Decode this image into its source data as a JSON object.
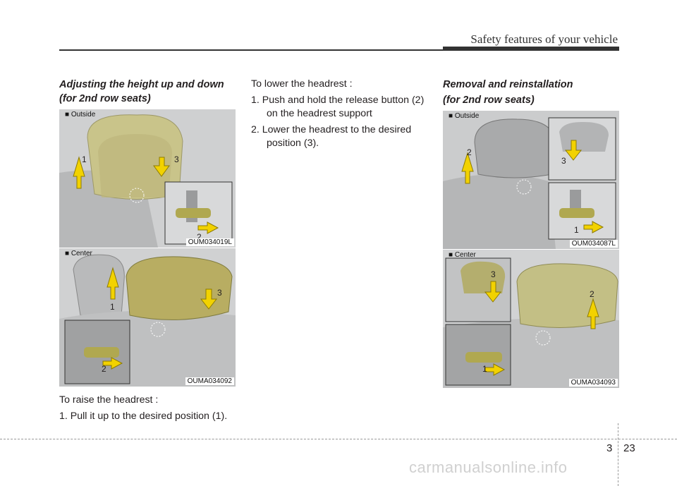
{
  "header": {
    "title": "Safety features of your vehicle"
  },
  "col1": {
    "title_line1": "Adjusting the height up and down",
    "title_line2": "(for 2nd row seats)",
    "raise_intro": "To raise the headrest :",
    "raise_step1": "1. Pull it up to the desired position (1)."
  },
  "col2": {
    "lower_intro": "To lower the headrest :",
    "lower_step1": "1. Push and hold the release button (2) on the headrest support",
    "lower_step2": "2. Lower the headrest to the desired position (3)."
  },
  "col3": {
    "title_line1": "Removal and reinstallation",
    "title_line2": "(for 2nd row seats)"
  },
  "figures": {
    "fig1": {
      "label": "■ Outside",
      "code": "OUM034019L",
      "n1": "1",
      "n2": "2",
      "n3": "3"
    },
    "fig2": {
      "label": "■ Center",
      "code": "OUMA034092",
      "n1": "1",
      "n2": "2",
      "n3": "3"
    },
    "fig3": {
      "label": "■ Outside",
      "code": "OUM034087L",
      "n1": "1",
      "n2": "2",
      "n3": "3"
    },
    "fig4": {
      "label": "■ Center",
      "code": "OUMA034093",
      "n1": "1",
      "n2": "2",
      "n3": "3"
    }
  },
  "footer": {
    "chapter": "3",
    "page": "23",
    "watermark": "carmanualsonline.info"
  },
  "colors": {
    "arrow": "#f2d200",
    "headrest": "#c7c38a",
    "seat": "#bcbdbe"
  }
}
